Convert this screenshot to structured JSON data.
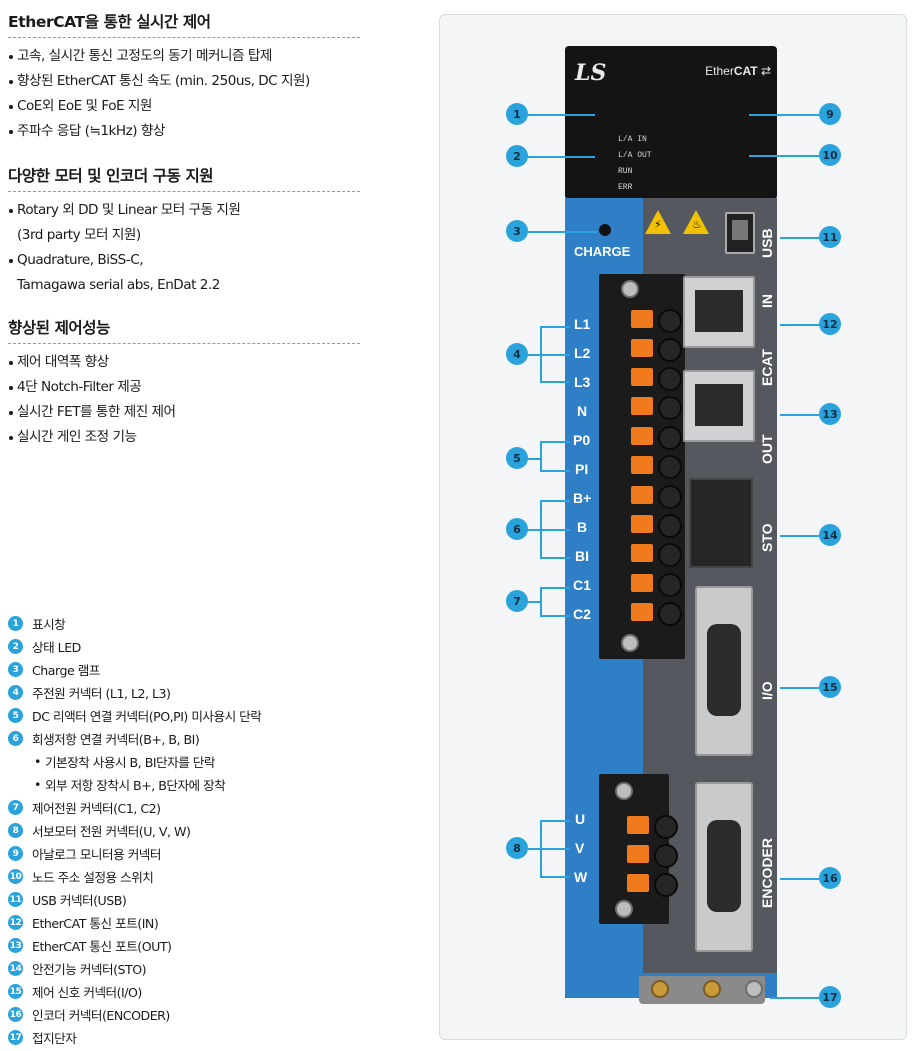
{
  "sections": [
    {
      "title": "EtherCAT을 통한 실시간 제어",
      "items": [
        [
          "고속, 실시간 통신 고정도의 동기 메커니즘 탑제"
        ],
        [
          "향상된 EtherCAT 통신 속도 (min. 250us, DC 지원)"
        ],
        [
          "CoE외 EoE 및 FoE 지원"
        ],
        [
          "주파수 응답 (≒1kHz) 향상"
        ]
      ]
    },
    {
      "title": "다양한 모터 및 인코더 구동 지원",
      "items": [
        [
          "Rotary 외 DD 및 Linear 모터 구동 지원",
          "(3rd party 모터 지원)"
        ],
        [
          "Quadrature, BiSS-C,",
          "Tamagawa serial abs, EnDat 2.2"
        ]
      ]
    },
    {
      "title": "향상된 제어성능",
      "items": [
        [
          "제어 대역폭 향상"
        ],
        [
          "4단 Notch-Filter 제공"
        ],
        [
          "실시간 FET를 통한 제진 제어"
        ],
        [
          "실시간 게인 조정 기능"
        ]
      ]
    }
  ],
  "legend": [
    {
      "num": "1",
      "text": "표시창"
    },
    {
      "num": "2",
      "text": "상태 LED"
    },
    {
      "num": "3",
      "text": "Charge 램프"
    },
    {
      "num": "4",
      "text": "주전원 커넥터 (L1, L2, L3)"
    },
    {
      "num": "5",
      "text": "DC 리액터 연결 커넥터(PO,PI) 미사용시 단락"
    },
    {
      "num": "6",
      "text": "회생저항 연결 커넥터(B+, B, BI)"
    },
    {
      "num": "",
      "text": "기본장착 사용시 B, BI단자를 단락"
    },
    {
      "num": "",
      "text": "외부 저항 장착시 B+, B단자에 장착"
    },
    {
      "num": "7",
      "text": "제어전원 커넥터(C1, C2)"
    },
    {
      "num": "8",
      "text": "서보모터 전원 커넥터(U, V, W)"
    },
    {
      "num": "9",
      "text": "아날로그 모니터용 커넥터"
    },
    {
      "num": "10",
      "text": "노드 주소 설정용 스위치"
    },
    {
      "num": "11",
      "text": "USB 커넥터(USB)"
    },
    {
      "num": "12",
      "text": "EtherCAT 통신 포트(IN)"
    },
    {
      "num": "13",
      "text": "EtherCAT 통신 포트(OUT)"
    },
    {
      "num": "14",
      "text": "안전기능 커넥터(STO)"
    },
    {
      "num": "15",
      "text": "제어 신호 커넥터(I/O)"
    },
    {
      "num": "16",
      "text": "인코더 커넥터(ENCODER)"
    },
    {
      "num": "17",
      "text": "접지단자"
    }
  ],
  "device": {
    "brand": "LS",
    "ecat_logo_a": "Ether",
    "ecat_logo_b": "CAT",
    "leds": [
      "L/A IN",
      "L/A OUT",
      "RUN",
      "ERR"
    ],
    "charge": "CHARGE",
    "terminals_main": [
      "L1",
      "L2",
      "L3",
      "N",
      "P0",
      "PI",
      "B+",
      "B",
      "BI",
      "C1",
      "C2"
    ],
    "terminals_motor": [
      "U",
      "V",
      "W"
    ],
    "ports": {
      "usb": "USB",
      "in": "IN",
      "ecat": "ECAT",
      "out": "OUT",
      "sto": "STO",
      "io": "I/O",
      "encoder": "ENCODER"
    }
  },
  "callouts": [
    "1",
    "2",
    "3",
    "4",
    "5",
    "6",
    "7",
    "8",
    "9",
    "10",
    "11",
    "12",
    "13",
    "14",
    "15",
    "16",
    "17"
  ],
  "colors": {
    "callout": "#2aa3dc",
    "blue_body": "#2f7fc6",
    "terminal": "#f07a1c"
  }
}
